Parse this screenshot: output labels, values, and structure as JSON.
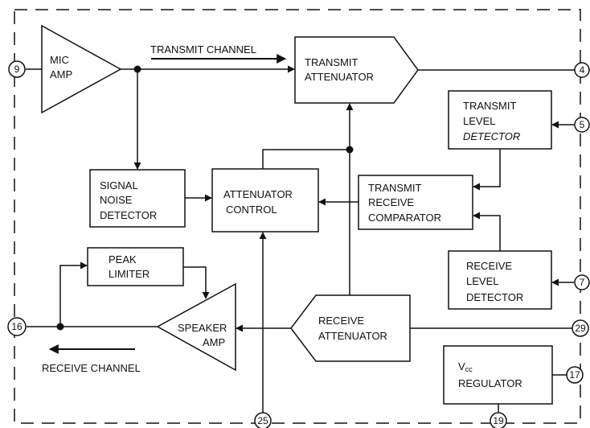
{
  "blocks": {
    "mic_amp": [
      "MIC",
      "AMP"
    ],
    "transmit_attenuator": [
      "TRANSMIT",
      "ATTENUATOR"
    ],
    "transmit_level_detector": [
      "TRANSMIT",
      "LEVEL",
      "DETECTOR"
    ],
    "signal_noise_detector": [
      "SIGNAL",
      "NOISE",
      "DETECTOR"
    ],
    "attenuator_control": [
      "ATTENUATOR",
      "CONTROL"
    ],
    "transmit_receive_comparator": [
      "TRANSMIT",
      "RECEIVE",
      "COMPARATOR"
    ],
    "peak_limiter": [
      "PEAK",
      "LIMITER"
    ],
    "speaker_amp": [
      "SPEAKER",
      "AMP"
    ],
    "receive_attenuator": [
      "RECEIVE",
      "ATTENUATOR"
    ],
    "receive_level_detector": [
      "RECEIVE",
      "LEVEL",
      "DETECTOR"
    ],
    "vcc_regulator": {
      "vcc_main": "V",
      "vcc_sub": "cc",
      "line2": "REGULATOR"
    }
  },
  "channels": {
    "transmit": "TRANSMIT CHANNEL",
    "receive": "RECEIVE CHANNEL"
  },
  "pins": {
    "p9": "9",
    "p4": "4",
    "p5": "5",
    "p7": "7",
    "p16": "16",
    "p29": "29",
    "p17": "17",
    "p19": "19",
    "p25": "25"
  }
}
